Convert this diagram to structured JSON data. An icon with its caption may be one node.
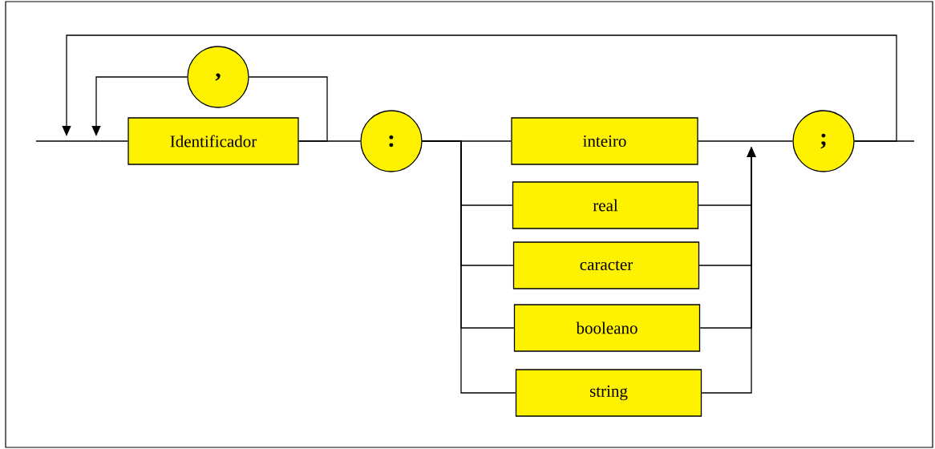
{
  "diagram": {
    "nodes": [
      {
        "text": [
          "Identificador"
        ]
      },
      {
        "text": [
          ","
        ]
      },
      {
        "text": [
          ":"
        ]
      },
      {
        "text": [
          "inteiro"
        ]
      },
      {
        "text": [
          "real"
        ]
      },
      {
        "text": [
          "caracter"
        ]
      },
      {
        "text": [
          "booleano"
        ]
      },
      {
        "text": [
          "string"
        ]
      },
      {
        "text": [
          ";"
        ]
      }
    ],
    "edges": [
      {
        "from": null,
        "to": 0,
        "arrow": "none"
      },
      {
        "from": 0,
        "to": 2,
        "arrow": "none"
      },
      {
        "from": 0,
        "to": 1,
        "arrow": "none"
      },
      {
        "from": 1,
        "to": 0,
        "arrow": "to"
      },
      {
        "from": 2,
        "to": 3,
        "arrow": "none"
      },
      {
        "from": 2,
        "to": 4,
        "arrow": "none"
      },
      {
        "from": 2,
        "to": 5,
        "arrow": "none"
      },
      {
        "from": 2,
        "to": 6,
        "arrow": "none"
      },
      {
        "from": 2,
        "to": 7,
        "arrow": "none"
      },
      {
        "from": 3,
        "to": 8,
        "arrow": "none"
      },
      {
        "from": 4,
        "to": 8,
        "arrow": "to"
      },
      {
        "from": 5,
        "to": 8,
        "arrow": "to"
      },
      {
        "from": 6,
        "to": 8,
        "arrow": "to"
      },
      {
        "from": 7,
        "to": 8,
        "arrow": "to"
      },
      {
        "from": 8,
        "to": null,
        "arrow": "none"
      },
      {
        "from": 8,
        "to": 0,
        "arrow": "to"
      }
    ]
  }
}
